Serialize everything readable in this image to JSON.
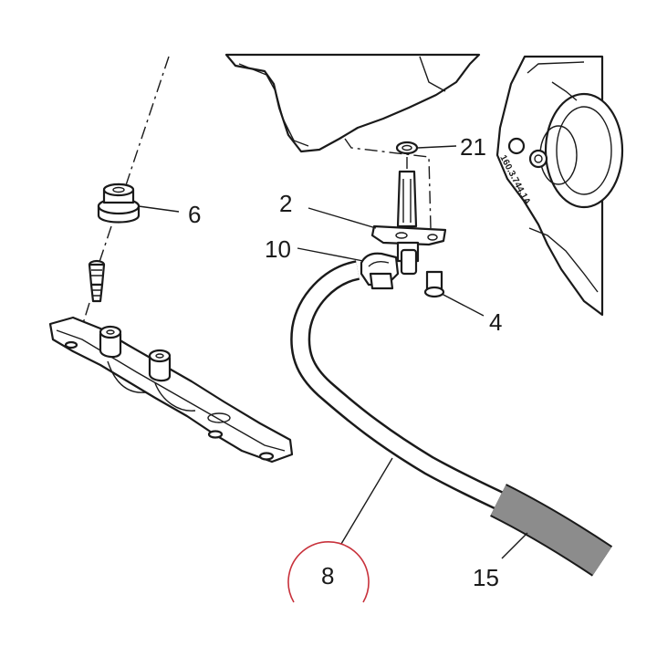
{
  "callouts": {
    "c21": "21",
    "c2": "2",
    "c10": "10",
    "c4": "4",
    "c6": "6",
    "c8": "8",
    "c15": "15"
  },
  "housing_stamp": "160.3.744.1A",
  "highlight_color": "#c8323c",
  "line_color": "#1a1a1a",
  "sleeve_color": "#8c8c8c"
}
